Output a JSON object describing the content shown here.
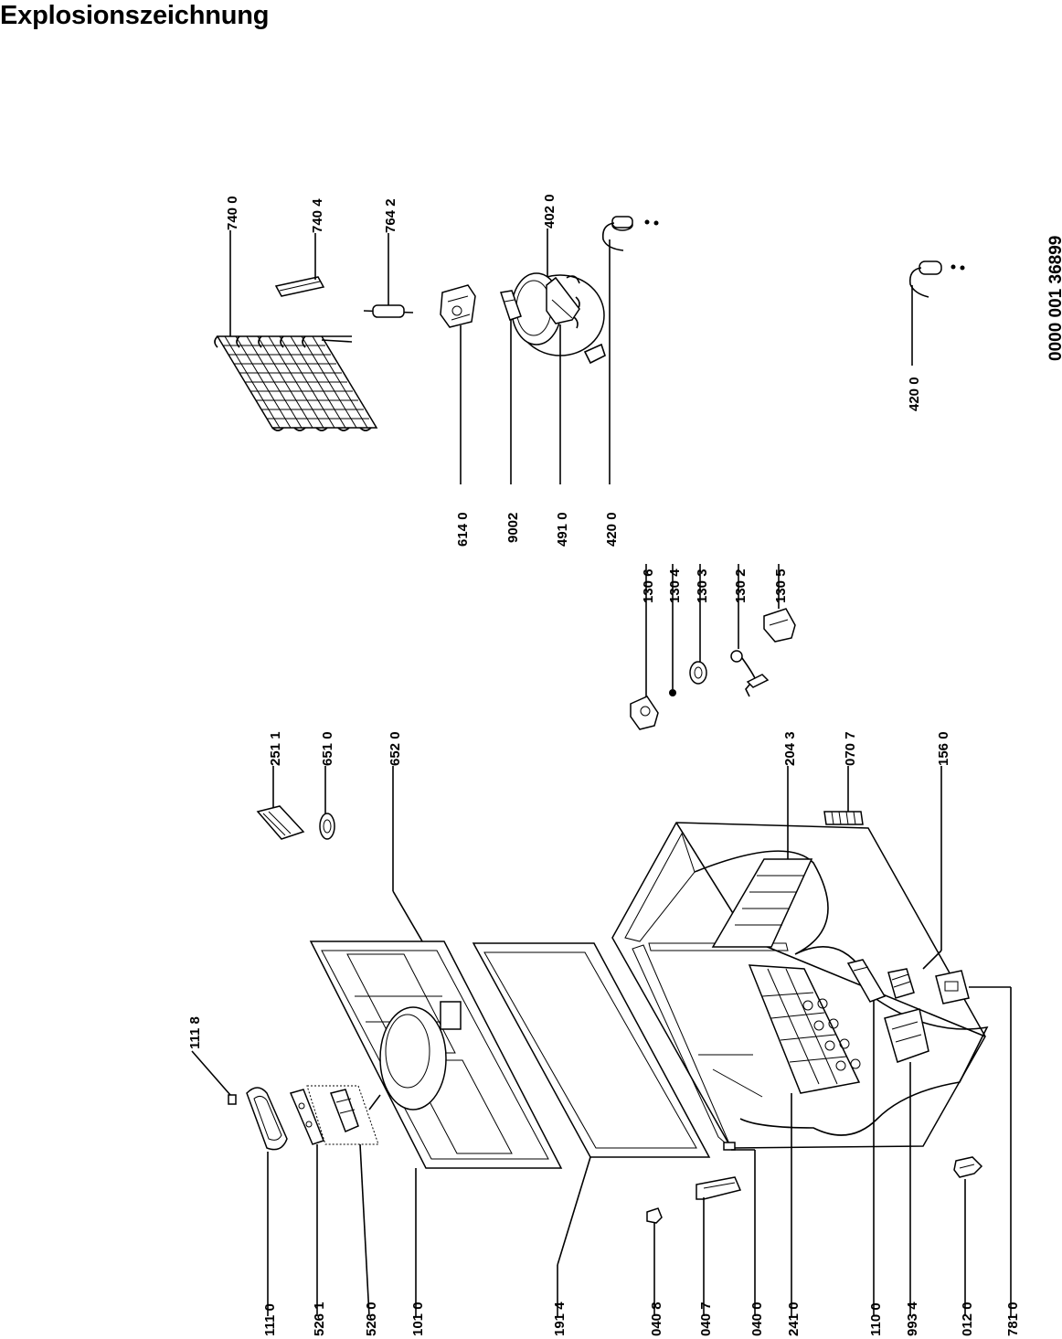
{
  "title": "Explosionszeichnung",
  "document_number": "0000 001 36899",
  "labels": {
    "l7400": "740 0",
    "l7404": "740 4",
    "l7642": "764 2",
    "l4020": "402 0",
    "l6140": "614 0",
    "l9002": "9002",
    "l4910": "491 0",
    "l4200a": "420 0",
    "l1306": "130 6",
    "l1304": "130 4",
    "l1303": "130 3",
    "l1302": "130 2",
    "l1305": "130 5",
    "l4200b": "420 0",
    "l2511": "251 1",
    "l6510": "651 0",
    "l6520": "652 0",
    "l2043": "204 3",
    "l0707": "070 7",
    "l1560": "156 0",
    "l1118": "111 8",
    "l1110": "111 0",
    "l5261": "526 1",
    "l5260": "526 0",
    "l1010": "101 0",
    "l1914": "191 4",
    "l0408": "040 8",
    "l0407": "040 7",
    "l0400": "040 0",
    "l2410": "241 0",
    "l1100": "110 0",
    "l9934": "993 4",
    "l0120": "012 0",
    "l7810": "781 0"
  }
}
